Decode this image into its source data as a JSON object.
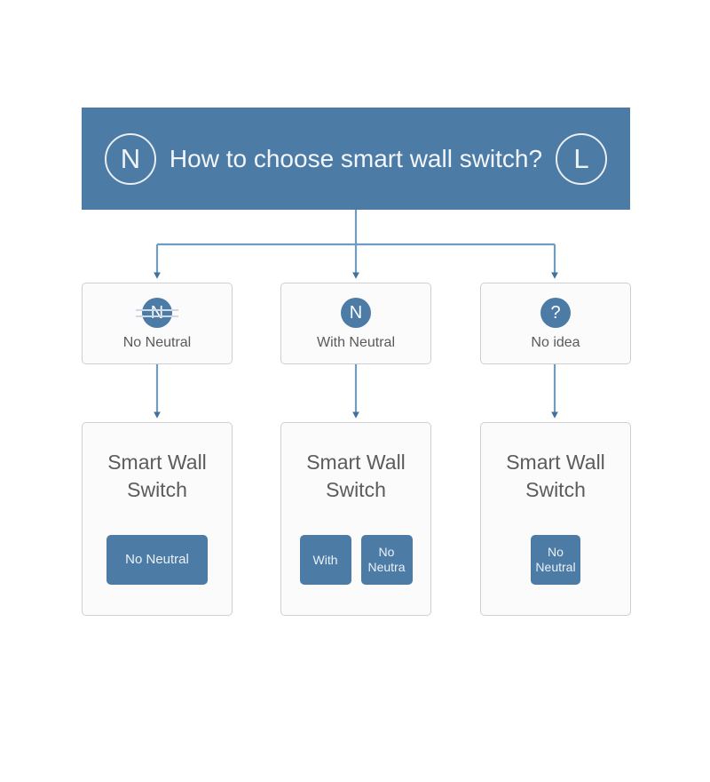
{
  "header": {
    "title": "How to choose smart wall switch?",
    "left_terminal": "N",
    "right_terminal": "L",
    "background_color": "#4c7ba5"
  },
  "options": [
    {
      "icon_glyph": "N",
      "icon_type": "n-struck-icon",
      "label": "No Neutral"
    },
    {
      "icon_glyph": "N",
      "icon_type": "n-icon",
      "label": "With Neutral"
    },
    {
      "icon_glyph": "?",
      "icon_type": "question-mark-icon",
      "label": "No idea"
    }
  ],
  "products": [
    {
      "title": "Smart Wall Switch",
      "buttons": [
        {
          "label": "No Neutral",
          "size": "wide"
        }
      ]
    },
    {
      "title": "Smart Wall Switch",
      "buttons": [
        {
          "label": "With",
          "size": "half"
        },
        {
          "label": "No Neutra",
          "size": "half"
        }
      ]
    },
    {
      "title": "Smart Wall Switch",
      "buttons": [
        {
          "label": "No Neutral",
          "size": "small"
        }
      ]
    }
  ],
  "colors": {
    "accent": "#4c7ba5",
    "connector": "#6f9cc0",
    "box_border": "#cfcfcf",
    "box_fill": "#fbfbfb",
    "text": "#5a5a5a"
  }
}
